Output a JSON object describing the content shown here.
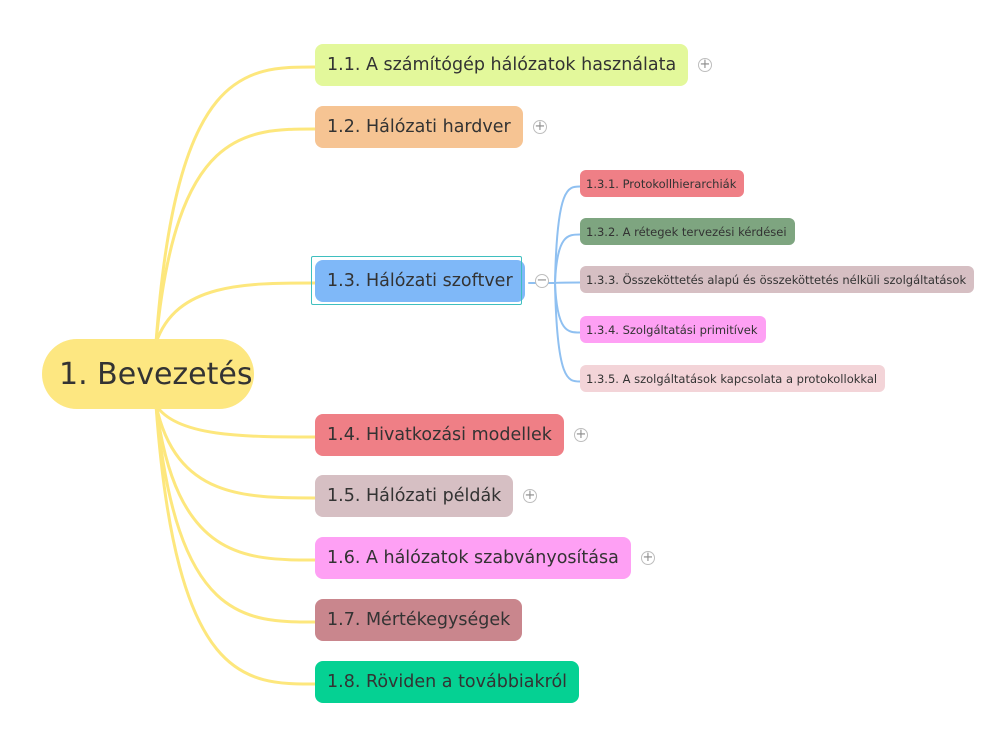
{
  "root": {
    "label": "1. Bevezetés",
    "color": "#fde781",
    "line_color": "#fde77d"
  },
  "children": [
    {
      "label": "1.1. A számítógép hálózatok használata",
      "color": "#e3f89b",
      "toggle": "+"
    },
    {
      "label": "1.2. Hálózati hardver",
      "color": "#f6c493",
      "toggle": "+"
    },
    {
      "label": "1.3. Hálózati szoftver",
      "color": "#7fb8f8",
      "toggle": "−",
      "selected": true
    },
    {
      "label": "1.4. Hivatkozási modellek",
      "color": "#ef7f86",
      "toggle": "+"
    },
    {
      "label": "1.5. Hálózati példák",
      "color": "#d6bfc3",
      "toggle": "+"
    },
    {
      "label": "1.6. A hálózatok szabványosítása",
      "color": "#fea0f4",
      "toggle": "+"
    },
    {
      "label": "1.7. Mértékegységek",
      "color": "#c9868d",
      "toggle": ""
    },
    {
      "label": "1.8. Röviden a továbbiakról",
      "color": "#05d193",
      "toggle": ""
    }
  ],
  "subtopics": {
    "line_color": "#8fc0f1",
    "items": [
      {
        "label": "1.3.1. Protokollhierarchiák",
        "color": "#ef7f86"
      },
      {
        "label": "1.3.2. A rétegek tervezési kérdései",
        "color": "#7ea580"
      },
      {
        "label": "1.3.3. Összeköttetés alapú és összeköttetés nélküli szolgáltatások",
        "color": "#d6bfc3"
      },
      {
        "label": "1.3.4. Szolgáltatási primitívek",
        "color": "#fea0f4"
      },
      {
        "label": "1.3.5. A szolgáltatások kapcsolata a protokollokkal",
        "color": "#f3d4d8"
      }
    ]
  }
}
